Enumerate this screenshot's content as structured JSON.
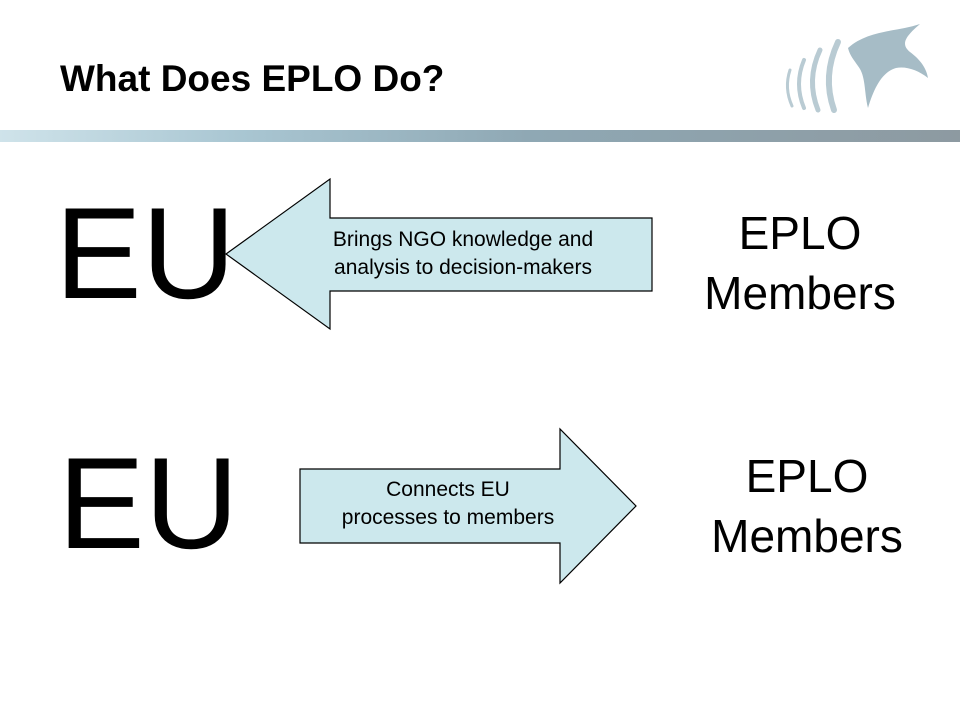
{
  "slide": {
    "title": "What Does EPLO Do?"
  },
  "row1": {
    "left_label": "EU",
    "arrow_direction": "left",
    "arrow_text": [
      "Brings NGO knowledge and",
      "analysis to decision-makers"
    ],
    "right_label": [
      "EPLO",
      "Members"
    ]
  },
  "row2": {
    "left_label": "EU",
    "arrow_direction": "right",
    "arrow_text": [
      "Connects EU",
      "processes to members"
    ],
    "right_label": [
      "EPLO",
      "Members"
    ]
  },
  "colors": {
    "arrow_fill": "#cce8ed",
    "arrow_stroke": "#000000",
    "logo_color": "#a6bcc6"
  },
  "icons": {
    "logo": "dove-logo-icon"
  }
}
